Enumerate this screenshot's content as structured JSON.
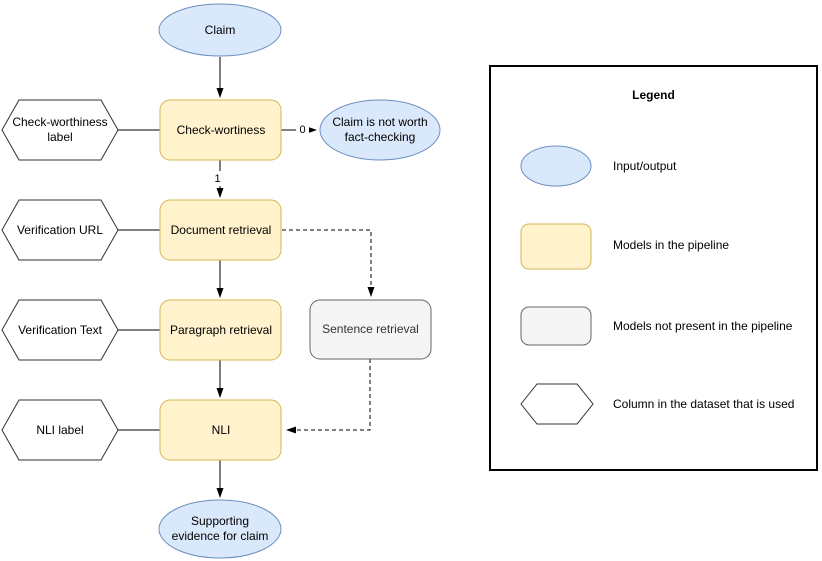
{
  "diagram": {
    "nodes": {
      "claim": "Claim",
      "check_worthiness_label_col": "Check-worthiness label",
      "check_worthiness": "Check-wortiness",
      "claim_not_worth": "Claim is not worth fact-checking",
      "verification_url_col": "Verification URL",
      "document_retrieval": "Document retrieval",
      "verification_text_col": "Verification Text",
      "paragraph_retrieval": "Paragraph retrieval",
      "sentence_retrieval": "Sentence retrieval",
      "nli_label_col": "NLI label",
      "nli": "NLI",
      "supporting_evidence": "Supporting evidence for claim"
    },
    "edge_labels": {
      "not_worth": "0",
      "worth": "1"
    }
  },
  "legend": {
    "title": "Legend",
    "items": [
      {
        "shape": "io-ellipse",
        "label": "Input/output"
      },
      {
        "shape": "model-rect",
        "label": "Models in the pipeline"
      },
      {
        "shape": "absent-rect",
        "label": "Models not present in the pipeline"
      },
      {
        "shape": "dataset-hexagon",
        "label": "Column in the dataset that is used"
      }
    ]
  },
  "colors": {
    "io_fill": "#dae8fc",
    "io_stroke": "#6c8ebf",
    "model_fill": "#fff2cc",
    "model_stroke": "#d6b656",
    "absent_fill": "#f5f5f5",
    "absent_stroke": "#666666",
    "dataset_fill": "#ffffff",
    "dataset_stroke": "#333333",
    "connector": "#000000"
  }
}
